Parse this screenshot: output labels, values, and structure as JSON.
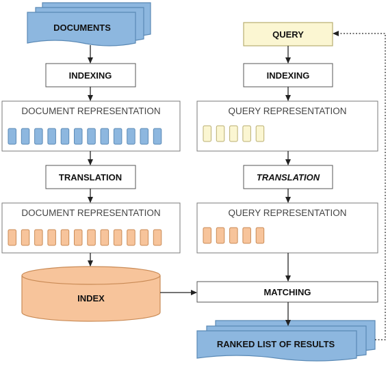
{
  "colors": {
    "blue": "#8db7df",
    "blue_dark": "#5a89b5",
    "orange": "#f7c49b",
    "orange_dark": "#c98a55",
    "yellow": "#fbf6d2",
    "yellow_dark": "#b8ae70",
    "line": "#222222",
    "frame": "#7a7a7a"
  },
  "left": {
    "documents": "DOCUMENTS",
    "indexing": "INDEXING",
    "doc_rep_1": "DOCUMENT REPRESENTATION",
    "translation": "TRANSLATION",
    "doc_rep_2": "DOCUMENT REPRESENTATION",
    "index": "INDEX",
    "vector_1_count": 12,
    "vector_2_count": 12
  },
  "right": {
    "query": "QUERY",
    "indexing": "INDEXING",
    "query_rep_1": "QUERY REPRESENTATION",
    "translation": "TRANSLATION",
    "query_rep_2": "QUERY REPRESENTATION",
    "matching": "MATCHING",
    "ranked_list": "RANKED LIST OF RESULTS",
    "vector_1_count": 5,
    "vector_2_count": 5
  }
}
